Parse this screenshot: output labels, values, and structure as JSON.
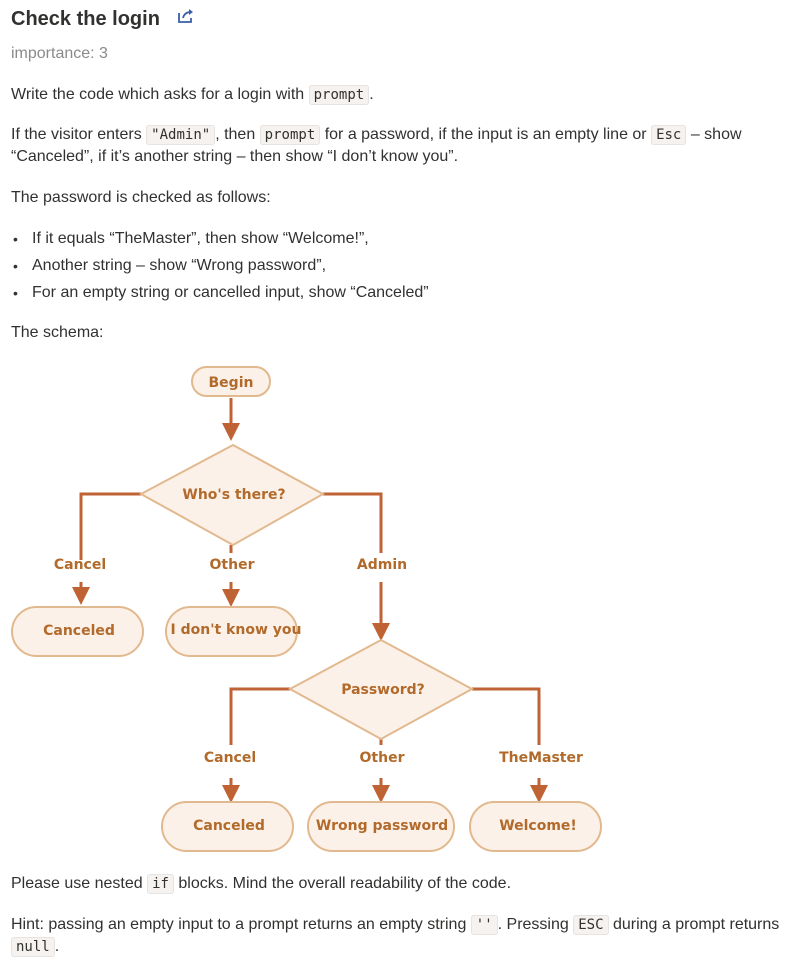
{
  "title": "Check the login",
  "importance": "importance: 3",
  "intro": {
    "before": "Write the code which asks for a login with ",
    "code": "prompt",
    "after": "."
  },
  "para2": {
    "t1": "If the visitor enters ",
    "c1": "\"Admin\"",
    "t2": ", then ",
    "c2": "prompt",
    "t3": " for a password, if the input is an empty line or ",
    "c3": "Esc",
    "t4": " – show “Canceled”, if it’s another string – then show “I don’t know you”."
  },
  "para3": "The password is checked as follows:",
  "bullets": [
    "If it equals “TheMaster”, then show “Welcome!”,",
    "Another string – show “Wrong password”,",
    "For an empty string or cancelled input, show “Canceled”"
  ],
  "schema_label": "The schema:",
  "diagram": {
    "begin": "Begin",
    "q1": "Who's there?",
    "q1_cancel": "Cancel",
    "q1_other": "Other",
    "q1_admin": "Admin",
    "out_canceled_1": "Canceled",
    "out_unknown": "I don't know you",
    "q2": "Password?",
    "q2_cancel": "Cancel",
    "q2_other": "Other",
    "q2_master": "TheMaster",
    "out_canceled_2": "Canceled",
    "out_wrong": "Wrong password",
    "out_welcome": "Welcome!",
    "colors": {
      "stroke": "#c06334",
      "fill": "#fcf1e8",
      "text": "#b26a2b",
      "border": "#e2b98e"
    }
  },
  "para4": {
    "before": "Please use nested ",
    "code": "if",
    "after": " blocks. Mind the overall readability of the code."
  },
  "hint": {
    "t1": "Hint: passing an empty input to a prompt returns an empty string ",
    "c1": "''",
    "t2": ". Pressing ",
    "c2": "ESC",
    "t3": " during a prompt returns ",
    "c3": "null",
    "t4": "."
  }
}
